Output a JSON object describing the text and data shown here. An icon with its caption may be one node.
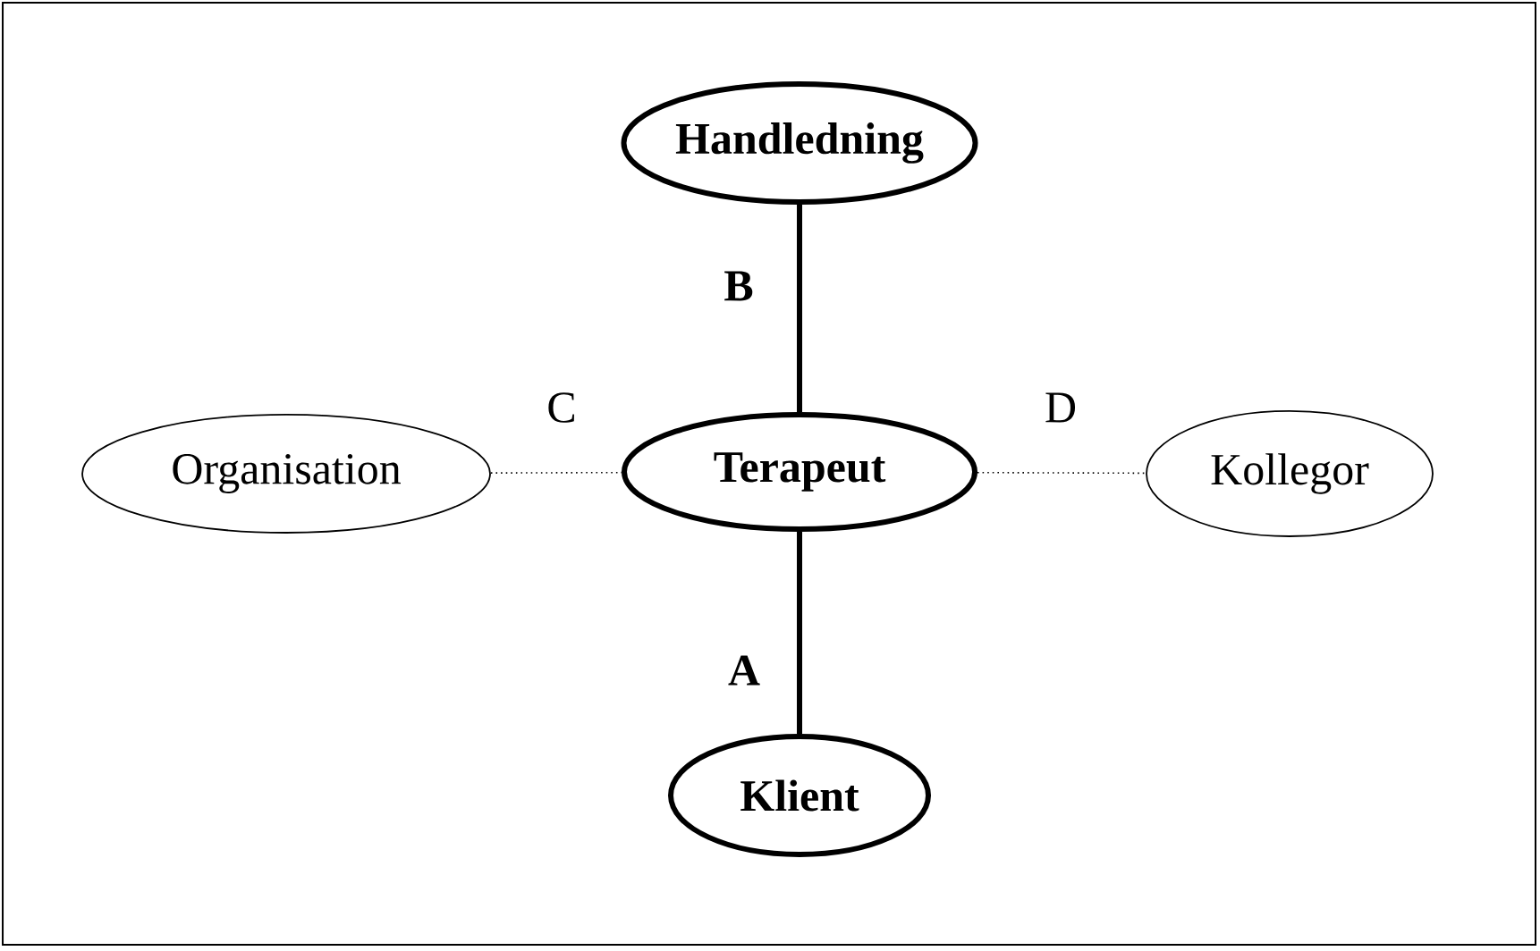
{
  "diagram": {
    "nodes": [
      {
        "text": [
          "Handledning"
        ]
      },
      {
        "text": [
          "Organisation"
        ]
      },
      {
        "text": [
          "Terapeut"
        ]
      },
      {
        "text": [
          "Kollegor"
        ]
      },
      {
        "text": [
          "Klient"
        ]
      }
    ],
    "edges": [
      {
        "from": 0,
        "to": 2,
        "arrow": "none",
        "label": "B",
        "style": "thick"
      },
      {
        "from": 1,
        "to": 2,
        "arrow": "none",
        "label": "C",
        "style": "dashed"
      },
      {
        "from": 2,
        "to": 3,
        "arrow": "none",
        "label": "D",
        "style": "dashed"
      },
      {
        "from": 2,
        "to": 4,
        "arrow": "none",
        "label": "A",
        "style": "thick"
      }
    ]
  }
}
